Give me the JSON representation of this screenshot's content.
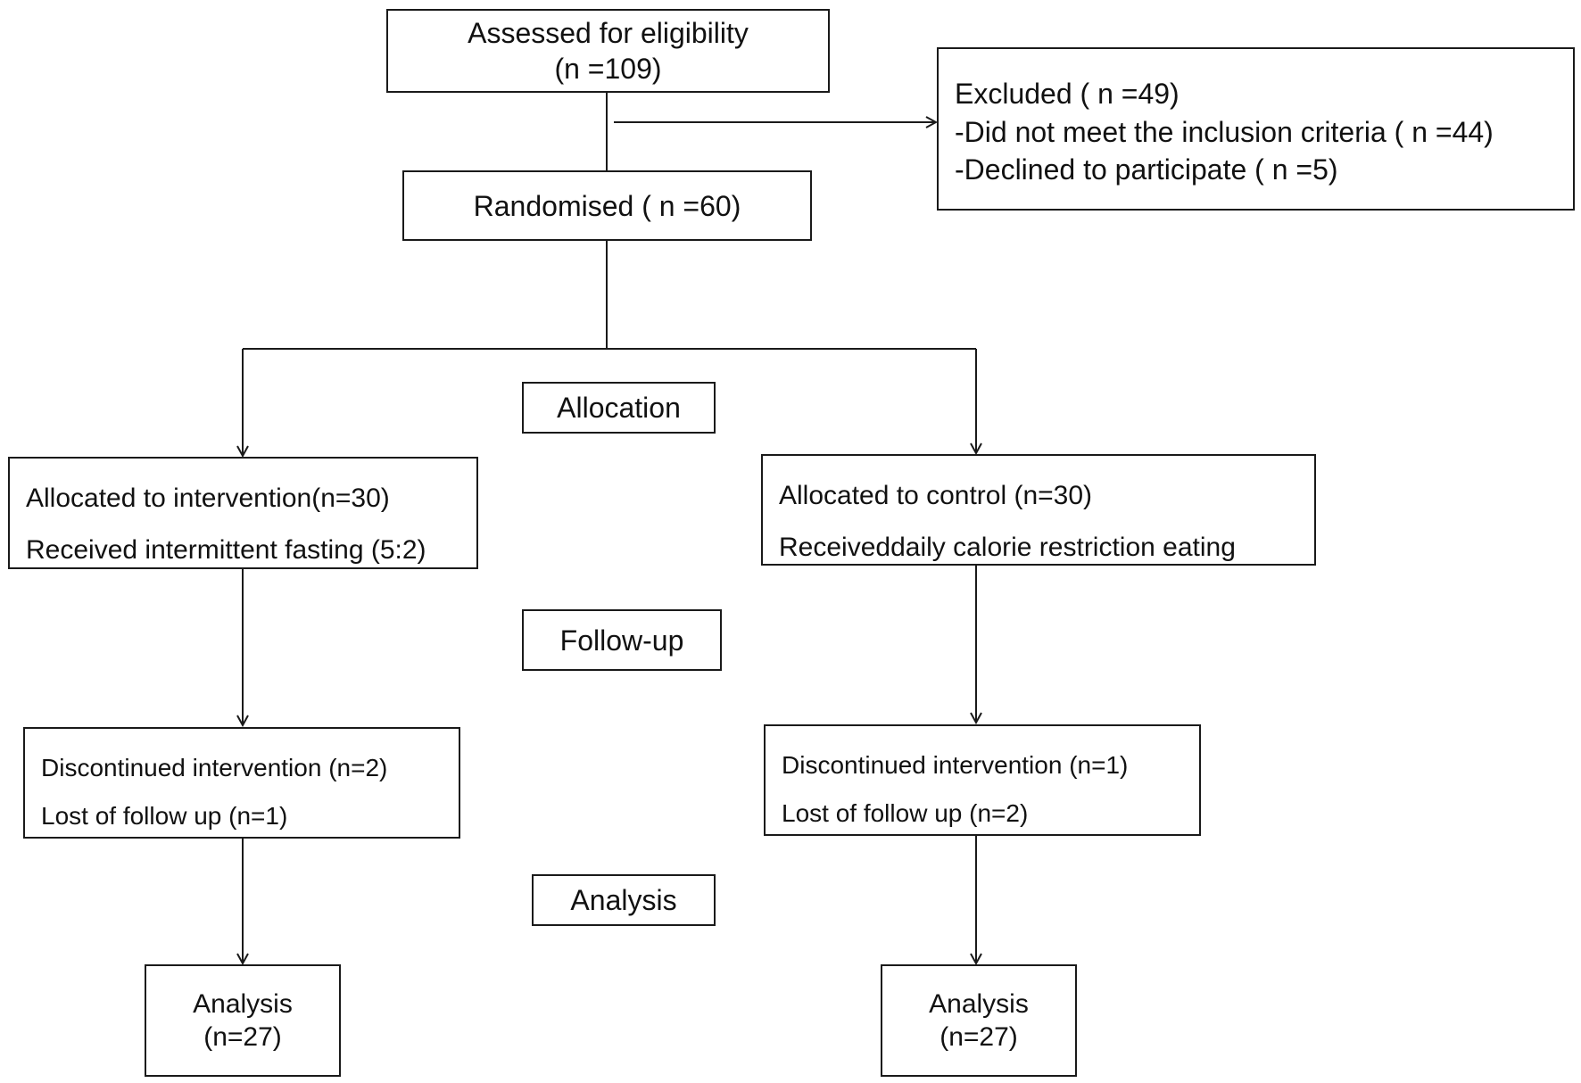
{
  "enrollment": {
    "assessed": {
      "label": "Assessed for eligibility",
      "count": "(n =109)"
    },
    "excluded": {
      "title": "Excluded ( n =49)",
      "reasons": [
        "-Did not meet the inclusion criteria ( n =44)",
        "-Declined to participate ( n =5)"
      ]
    },
    "randomised": "Randomised ( n =60)"
  },
  "stages": {
    "allocation": "Allocation",
    "follow_up": "Follow-up",
    "analysis": "Analysis"
  },
  "intervention_arm": {
    "allocated": "Allocated to intervention(n=30)",
    "received": "Received intermittent fasting (5:2)",
    "discontinued": "Discontinued intervention (n=2)",
    "lost": "Lost of follow up  (n=1)",
    "analysis_label": "Analysis",
    "analysis_count": "(n=27)"
  },
  "control_arm": {
    "allocated": "Allocated to control (n=30)",
    "received": "Receiveddaily calorie restriction eating",
    "discontinued": "Discontinued intervention (n=1)",
    "lost": "Lost of follow up  (n=2)",
    "analysis_label": "Analysis",
    "analysis_count": "(n=27)"
  }
}
